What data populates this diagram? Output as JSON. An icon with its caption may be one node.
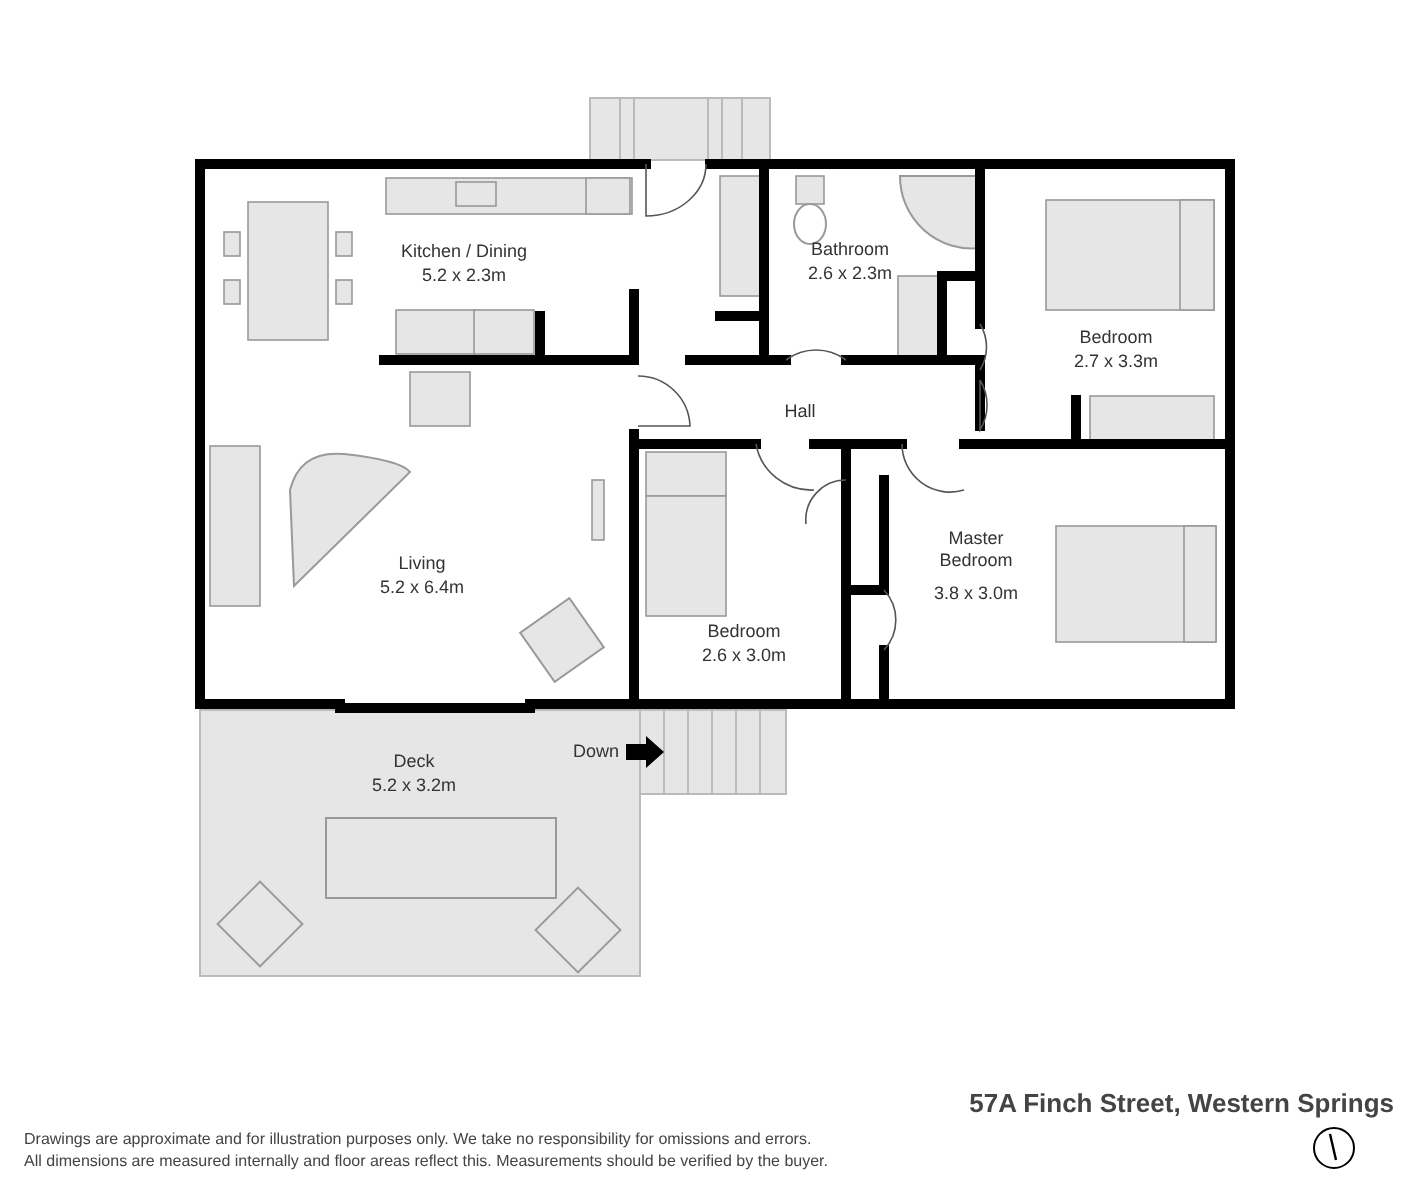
{
  "diagram": {
    "title": "57A Finch Street, Western Springs",
    "labels": [
      "Kitchen / Dining",
      "5.2 x 2.3m",
      "Bathroom",
      "2.6 x 2.3m",
      "Bedroom",
      "2.7 x 3.3m",
      "Hall",
      "Living",
      "5.2 x 6.4m",
      "Bedroom",
      "2.6 x 3.0m",
      "Master Bedroom",
      "3.8 x 3.0m",
      "Deck",
      "5.2 x 3.2m",
      "Down",
      "Drawings are approximate and for illustration purposes only. We take no responsibility for omissions and errors.",
      "All dimensions are measured internally and floor areas reflect this. Measurements should be verified by the buyer."
    ]
  }
}
